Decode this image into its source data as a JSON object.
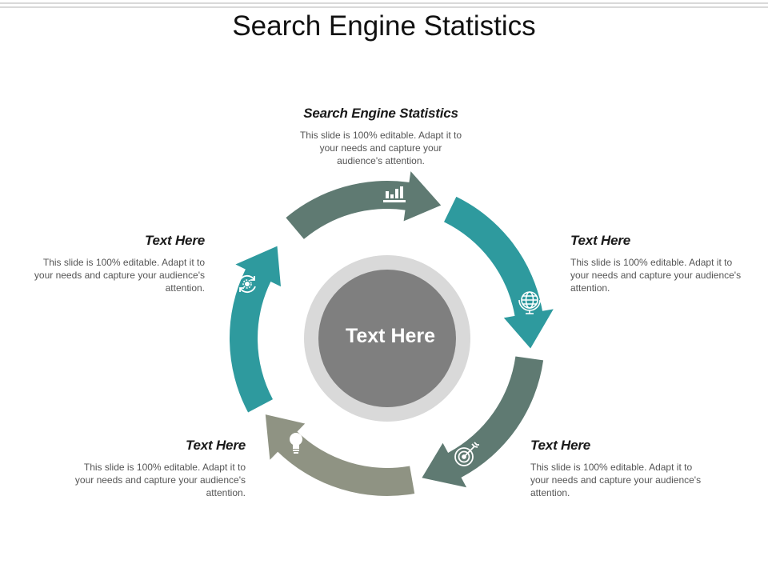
{
  "title": "Search Engine Statistics",
  "center": {
    "label": "Text Here"
  },
  "steps": [
    {
      "heading": "Search Engine Statistics",
      "body": "This slide is 100% editable. Adapt it to your needs and capture your audience's attention.",
      "icon": "bar-chart-icon",
      "color": "#5f7a72"
    },
    {
      "heading": "Text Here",
      "body": "This slide is 100% editable. Adapt it to your needs and capture your audience's attention.",
      "icon": "globe-icon",
      "color": "#2e9a9e"
    },
    {
      "heading": "Text Here",
      "body": "This slide is 100% editable. Adapt it to your needs and capture your audience's attention.",
      "icon": "target-icon",
      "color": "#5f7a72"
    },
    {
      "heading": "Text Here",
      "body": "This slide is 100% editable. Adapt it to your needs and capture your audience's attention.",
      "icon": "lightbulb-icon",
      "color": "#8f9383"
    },
    {
      "heading": "Text Here",
      "body": "This slide is 100% editable. Adapt it to your needs and capture your audience's attention.",
      "icon": "gear-cycle-icon",
      "color": "#2e9a9e"
    }
  ],
  "colors": {
    "center_fill": "#7f7f7f",
    "center_ring": "#d9d9d9"
  }
}
